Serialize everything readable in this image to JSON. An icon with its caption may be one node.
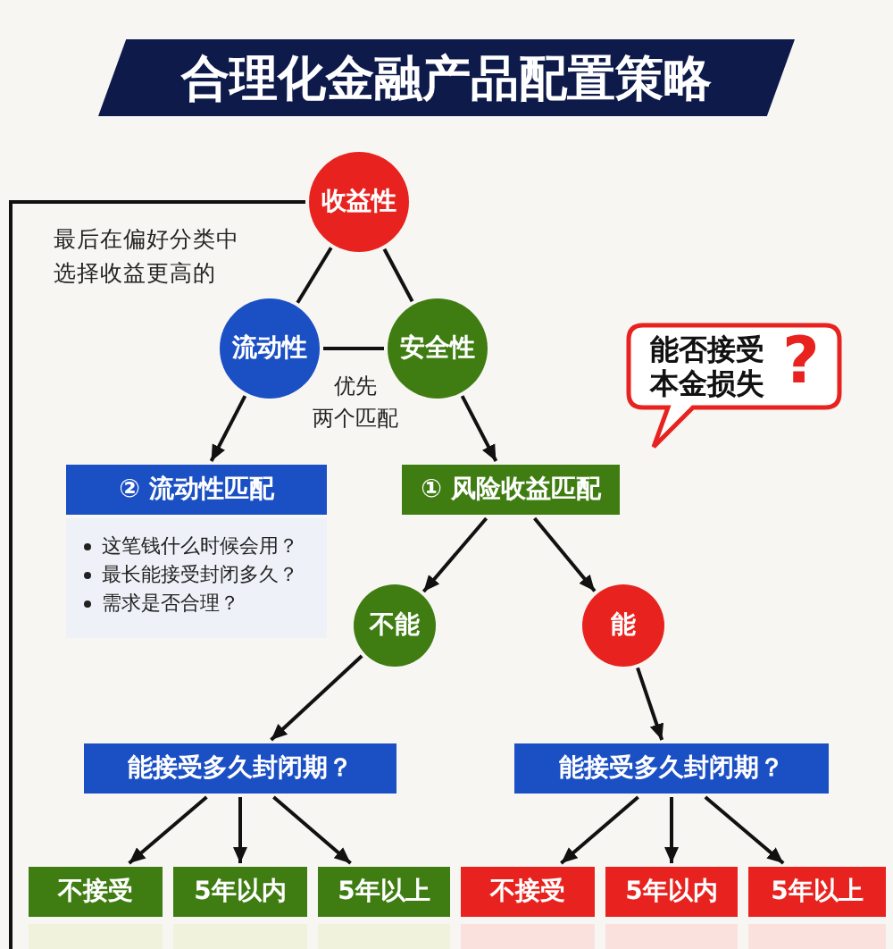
{
  "diagram": {
    "title": "合理化金融产品配置策略",
    "nodes": [
      {
        "text": [
          "收益性"
        ]
      },
      {
        "text": [
          "流动性"
        ]
      },
      {
        "text": [
          "安全性"
        ]
      },
      {
        "text": [
          "能否接受本金损失",
          "?"
        ]
      },
      {
        "text": [
          "② 流动性匹配",
          "这笔钱什么时候会用？",
          "最长能接受封闭多久？",
          "需求是否合理？"
        ]
      },
      {
        "text": [
          "① 风险收益匹配"
        ]
      },
      {
        "text": [
          "不能"
        ]
      },
      {
        "text": [
          "能"
        ]
      },
      {
        "text": [
          "能接受多久封闭期？"
        ]
      },
      {
        "text": [
          "能接受多久封闭期？"
        ]
      },
      {
        "text": [
          "不接受"
        ]
      },
      {
        "text": [
          "5年以内"
        ]
      },
      {
        "text": [
          "5年以上"
        ]
      },
      {
        "text": [
          "不接受"
        ]
      },
      {
        "text": [
          "5年以内"
        ]
      },
      {
        "text": [
          "5年以上"
        ]
      }
    ],
    "edges": [
      {
        "from": 0,
        "to": 1,
        "arrow": "none"
      },
      {
        "from": 0,
        "to": 2,
        "arrow": "none"
      },
      {
        "from": 1,
        "to": 2,
        "arrow": "none"
      },
      {
        "from": 0,
        "to": null,
        "arrow": "none"
      },
      {
        "from": 1,
        "to": 4,
        "arrow": "to"
      },
      {
        "from": 2,
        "to": 5,
        "arrow": "to"
      },
      {
        "from": 5,
        "to": 6,
        "arrow": "to"
      },
      {
        "from": 5,
        "to": 7,
        "arrow": "to"
      },
      {
        "from": 6,
        "to": 8,
        "arrow": "to"
      },
      {
        "from": 7,
        "to": 9,
        "arrow": "to"
      },
      {
        "from": 8,
        "to": 10,
        "arrow": "to"
      },
      {
        "from": 8,
        "to": 11,
        "arrow": "to"
      },
      {
        "from": 8,
        "to": 12,
        "arrow": "to"
      },
      {
        "from": 9,
        "to": 13,
        "arrow": "to"
      },
      {
        "from": 9,
        "to": 14,
        "arrow": "to"
      },
      {
        "from": 9,
        "to": 15,
        "arrow": "to"
      }
    ],
    "labels": [
      "最后在偏好分类中选择收益更高的",
      "优先",
      "两个匹配"
    ]
  }
}
